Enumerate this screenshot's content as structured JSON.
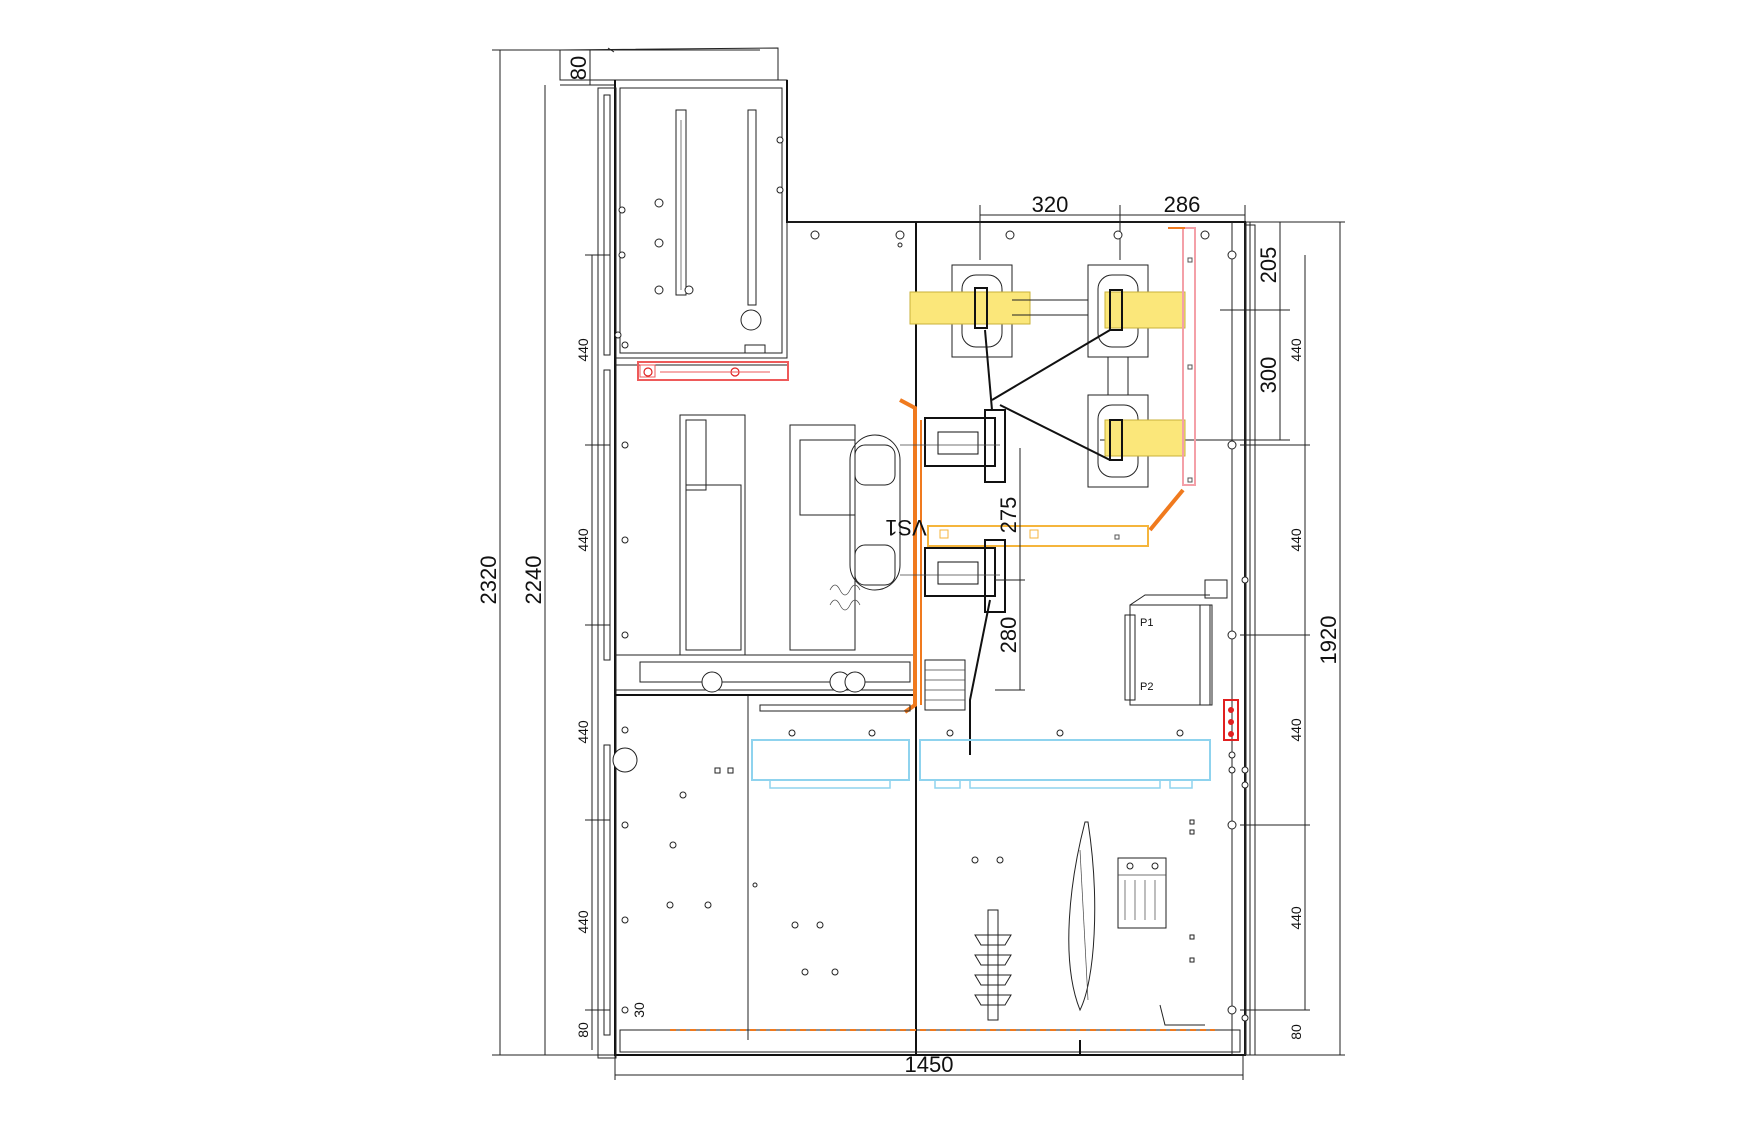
{
  "colors": {
    "line": "#222222",
    "orange_bus": "#f07a1e",
    "yellow_bus": "#f5b53c",
    "pink_bus": "#f4a0a8",
    "pink_red": "#ee5a5a",
    "cable_terminal_yellow": "#fbe77a",
    "cyan_bar": "#8fd3ee",
    "red_block": "#e02020"
  },
  "dimensions": {
    "top_80": "80",
    "total_height": "2320",
    "frame_height": "2240",
    "bottom_width": "1450",
    "cable_spacing_320": "320",
    "cable_spacing_286": "286",
    "right_205": "205",
    "right_300": "300",
    "right_1920": "1920",
    "vcb_275": "275",
    "vcb_280": "280",
    "left_440_1": "440",
    "left_440_2": "440",
    "left_440_3": "440",
    "left_440_4": "440",
    "left_80_bottom": "80",
    "bottom_30": "30",
    "right_440_1": "440",
    "right_440_2": "440",
    "right_440_3": "440",
    "right_440_4": "440",
    "right_80_bottom": "80"
  },
  "labels": {
    "breaker_mark": "VS1"
  }
}
